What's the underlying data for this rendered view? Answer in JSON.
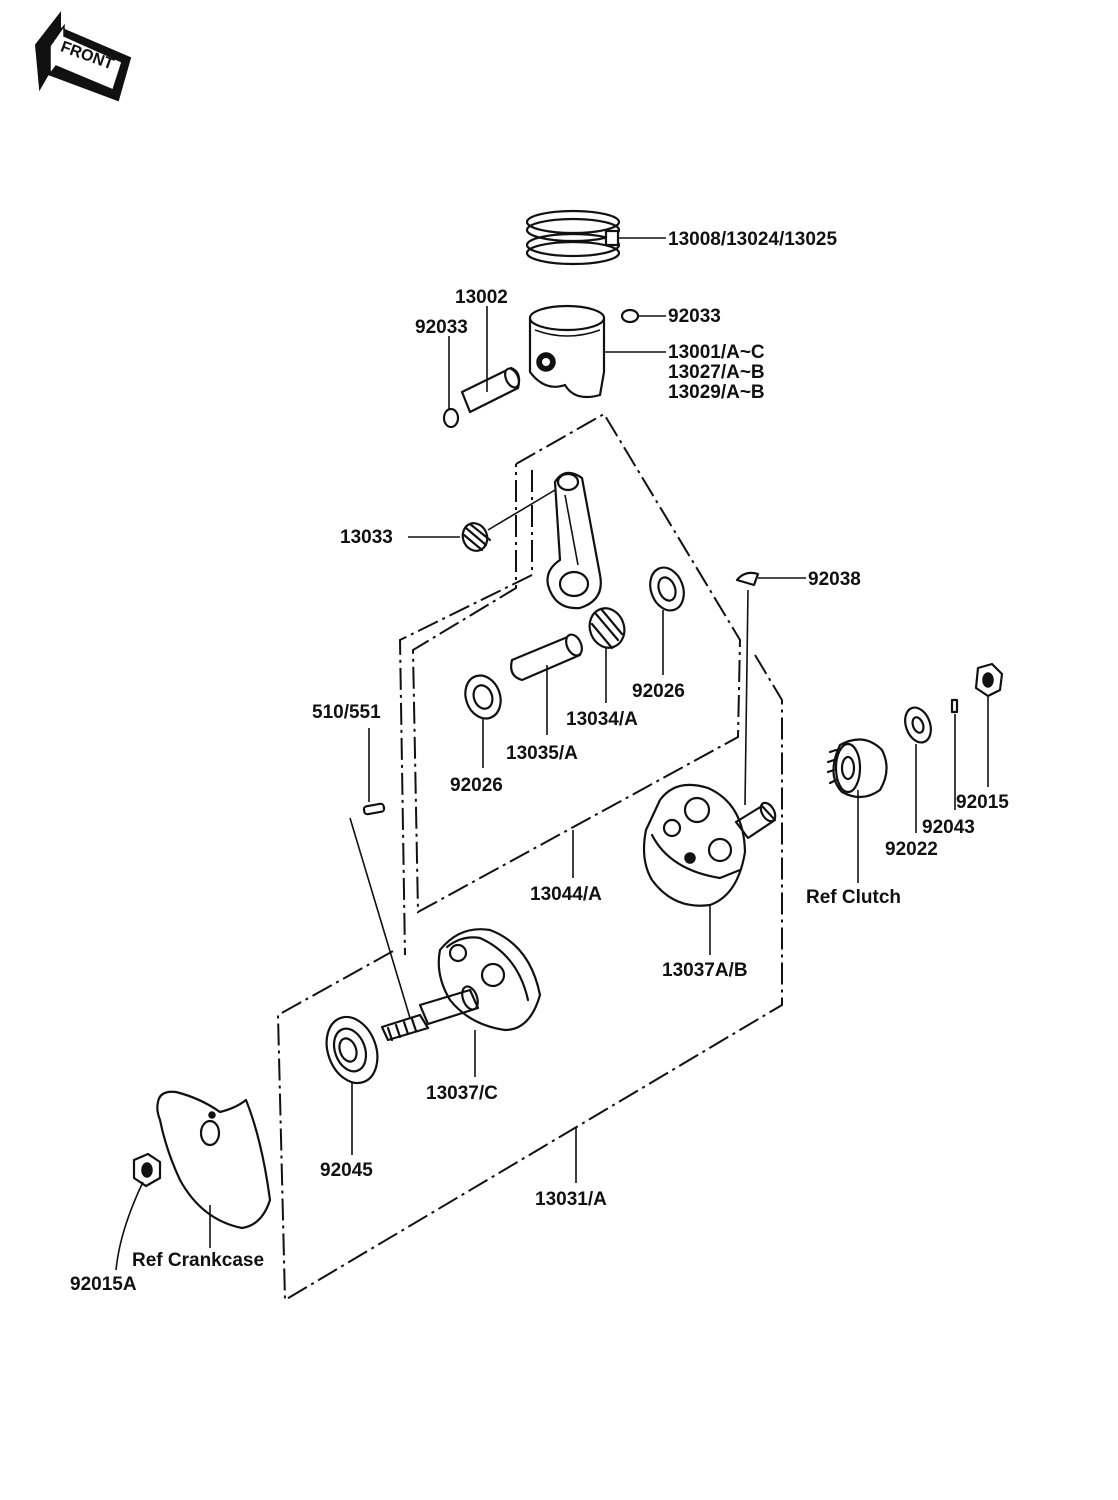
{
  "front_badge": "FRONT",
  "labels": {
    "piston_rings": "13008/13024/13025",
    "pin_clip_right": "92033",
    "piston": [
      "13001/A~C",
      "13027/A~B",
      "13029/A~B"
    ],
    "piston_pin": "13002",
    "pin_clip_left": "92033",
    "small_end_bearing": "13033",
    "woodruff_key": "92038",
    "big_end_bearing": "13034/A",
    "washer_right": "92026",
    "crank_pin": "13035/A",
    "washer_left": "92026",
    "key_510": "510/551",
    "conrod_assembly": "13044/A",
    "flywheel_right": "13037A/B",
    "nut_clutch": "92015",
    "pin_92043": "92043",
    "washer_92022": "92022",
    "ref_clutch": "Ref  Clutch",
    "flywheel_left": "13037/C",
    "main_bearing": "92045",
    "crankshaft_assembly": "13031/A",
    "ref_crankcase": "Ref  Crankcase",
    "nut_crankcase": "92015A"
  }
}
